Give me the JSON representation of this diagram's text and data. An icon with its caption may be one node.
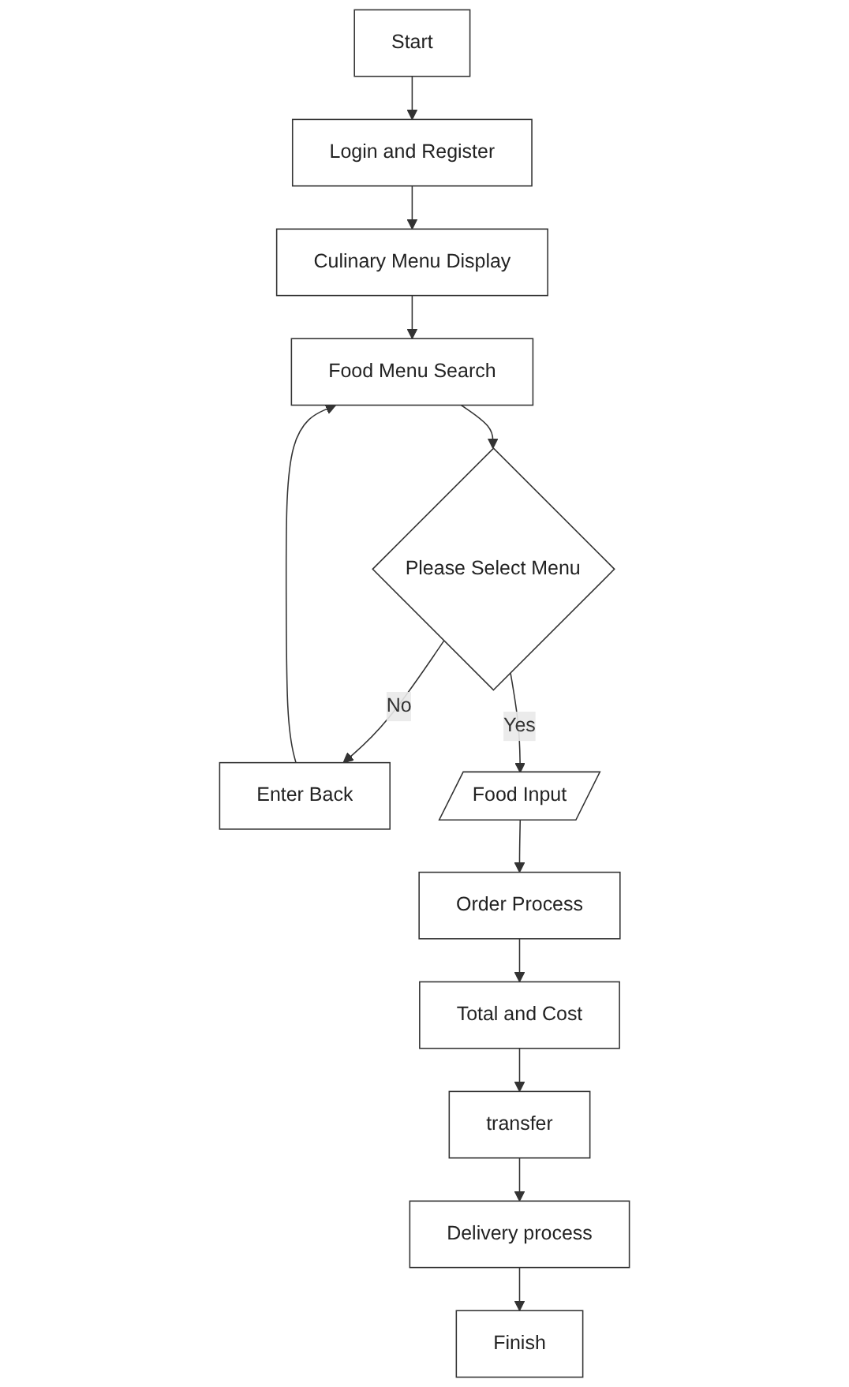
{
  "diagram": {
    "nodes": [
      {
        "text": [
          "Start"
        ]
      },
      {
        "text": [
          "Login and Register"
        ]
      },
      {
        "text": [
          "Culinary Menu Display"
        ]
      },
      {
        "text": [
          "Food Menu Search"
        ]
      },
      {
        "text": [
          "Please Select Menu"
        ]
      },
      {
        "text": [
          "Enter Back"
        ]
      },
      {
        "text": [
          "Food Input"
        ]
      },
      {
        "text": [
          "Order Process"
        ]
      },
      {
        "text": [
          "Total and Cost"
        ]
      },
      {
        "text": [
          "transfer"
        ]
      },
      {
        "text": [
          "Delivery process"
        ]
      },
      {
        "text": [
          "Finish"
        ]
      }
    ],
    "edges": [
      {
        "from": 0,
        "to": 1,
        "arrow": "to"
      },
      {
        "from": 1,
        "to": 2,
        "arrow": "to"
      },
      {
        "from": 2,
        "to": 3,
        "arrow": "to"
      },
      {
        "from": 3,
        "to": 4,
        "arrow": "to"
      },
      {
        "from": 4,
        "to": 5,
        "arrow": "to",
        "label": "No"
      },
      {
        "from": 5,
        "to": 3,
        "arrow": "to"
      },
      {
        "from": 4,
        "to": 6,
        "arrow": "to",
        "label": "Yes"
      },
      {
        "from": 6,
        "to": 7,
        "arrow": "to"
      },
      {
        "from": 7,
        "to": 8,
        "arrow": "to"
      },
      {
        "from": 8,
        "to": 9,
        "arrow": "to"
      },
      {
        "from": 9,
        "to": 10,
        "arrow": "to"
      },
      {
        "from": 10,
        "to": 11,
        "arrow": "to"
      }
    ]
  }
}
